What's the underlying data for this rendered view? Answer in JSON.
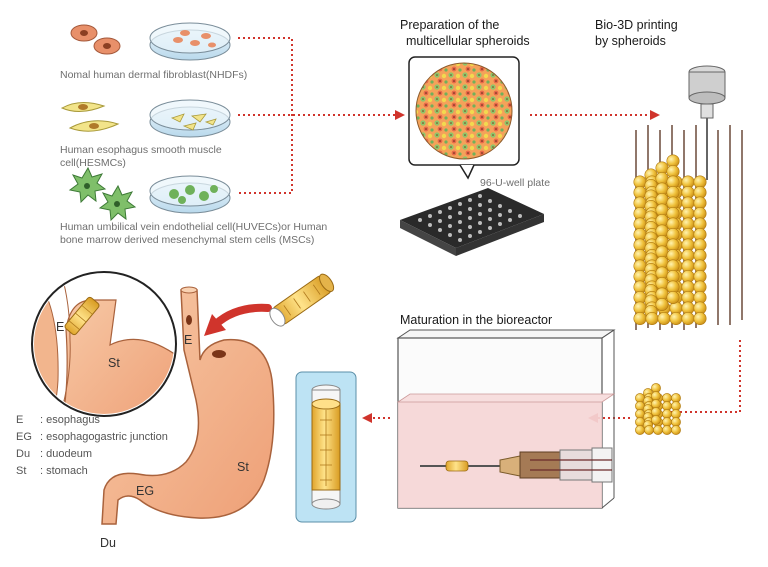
{
  "cells": {
    "nhdf": "Nomal human dermal fibroblast(NHDFs)",
    "hesmc_line1": "Human esophagus smooth muscle",
    "hesmc_line2": "cell(HESMCs)",
    "huvec_line1": "Human umbilical vein endothelial cell(HUVECs)or Human",
    "huvec_line2": "bone marrow derived mesenchymal stem cells (MSCs)"
  },
  "steps": {
    "preparation_line1": "Preparation of the",
    "preparation_line2": "multicellular spheroids",
    "plate": "96-U-well plate",
    "printing_line1": "Bio-3D printing",
    "printing_line2": "by spheroids",
    "maturation": "Maturation in the bioreactor"
  },
  "organ_labels": {
    "E": "E",
    "St": "St",
    "EG": "EG",
    "Du": "Du"
  },
  "legend": [
    {
      "abbr": "E",
      "desc": ": esophagus"
    },
    {
      "abbr": "EG",
      "desc": ": esophagogastric junction"
    },
    {
      "abbr": "Du",
      "desc": ": duodeum"
    },
    {
      "abbr": "St",
      "desc": ": stomach"
    }
  ],
  "colors": {
    "arrow": "#d0342c",
    "stomach": "#f2b58d",
    "stomach_outline": "#a9623c",
    "spheroid": "#f0c23c",
    "tube_bg": "#bde3f4",
    "medium": "#f4d2d2"
  }
}
